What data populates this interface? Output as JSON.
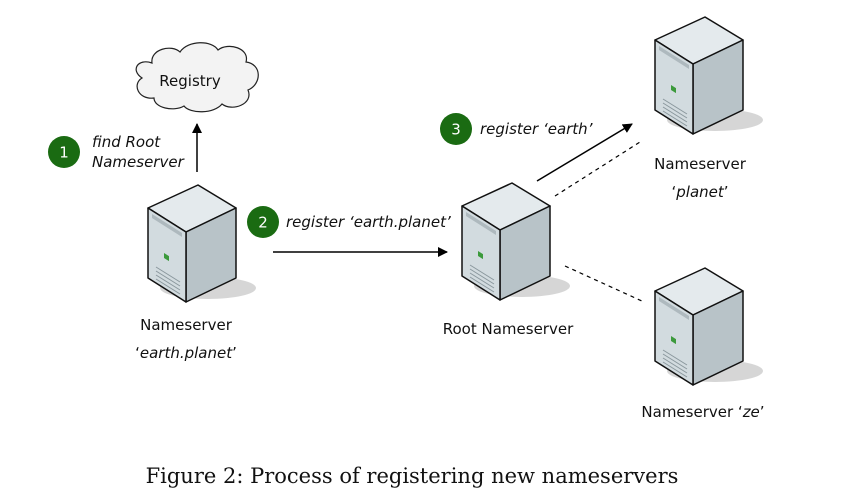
{
  "cloud": {
    "label": "Registry"
  },
  "steps": [
    {
      "number": "1",
      "line1": "find Root",
      "line2": "Nameserver"
    },
    {
      "number": "2",
      "text": "register ‘earth.planet’"
    },
    {
      "number": "3",
      "text": "register ‘earth’"
    }
  ],
  "servers": {
    "earth_planet": {
      "line1": "Nameserver",
      "line2_pre": "‘",
      "line2_name": "earth.planet",
      "line2_post": "’"
    },
    "root": {
      "line1": "Root Nameserver"
    },
    "planet": {
      "line1": "Nameserver",
      "line2_pre": "‘",
      "line2_name": "planet",
      "line2_post": "’"
    },
    "ze": {
      "line1_pre": "Nameserver ‘",
      "line1_name": "ze",
      "line1_post": "’"
    }
  },
  "caption": "Figure 2: Process of registering new nameservers",
  "colors": {
    "step_badge": "#1a6b12",
    "server_front": "#cfd8dc",
    "server_side": "#b9c4c9",
    "server_top": "#e3e9ec",
    "server_led": "#3c9a3c",
    "shadow": "#d8d8d8",
    "cloud_fill": "#f3f3f3"
  }
}
